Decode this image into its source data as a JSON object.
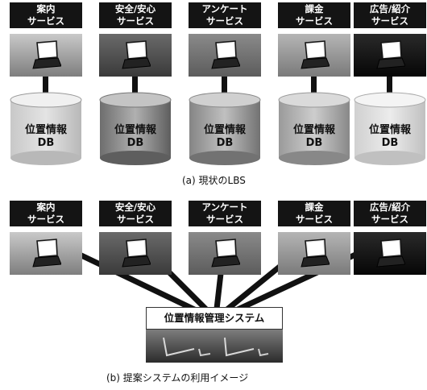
{
  "top": {
    "services": [
      {
        "label": "案内\nサービス"
      },
      {
        "label": "安全/安心\nサービス"
      },
      {
        "label": "アンケート\nサービス"
      },
      {
        "label": "課金\nサービス"
      },
      {
        "label": "広告/紹介\nサービス"
      }
    ],
    "db_label": "位置情報\nDB",
    "caption": "(a) 現状のLBS"
  },
  "bottom": {
    "services": [
      {
        "label": "案内\nサービス"
      },
      {
        "label": "安全/安心\nサービス"
      },
      {
        "label": "アンケート\nサービス"
      },
      {
        "label": "課金\nサービス"
      },
      {
        "label": "広告/紹介\nサービス"
      }
    ],
    "system_label": "位置情報管理システム",
    "caption": "(b) 提案システムの利用イメージ"
  },
  "icons": [
    "laptop-icon",
    "database-cylinder-icon",
    "server-icon"
  ]
}
